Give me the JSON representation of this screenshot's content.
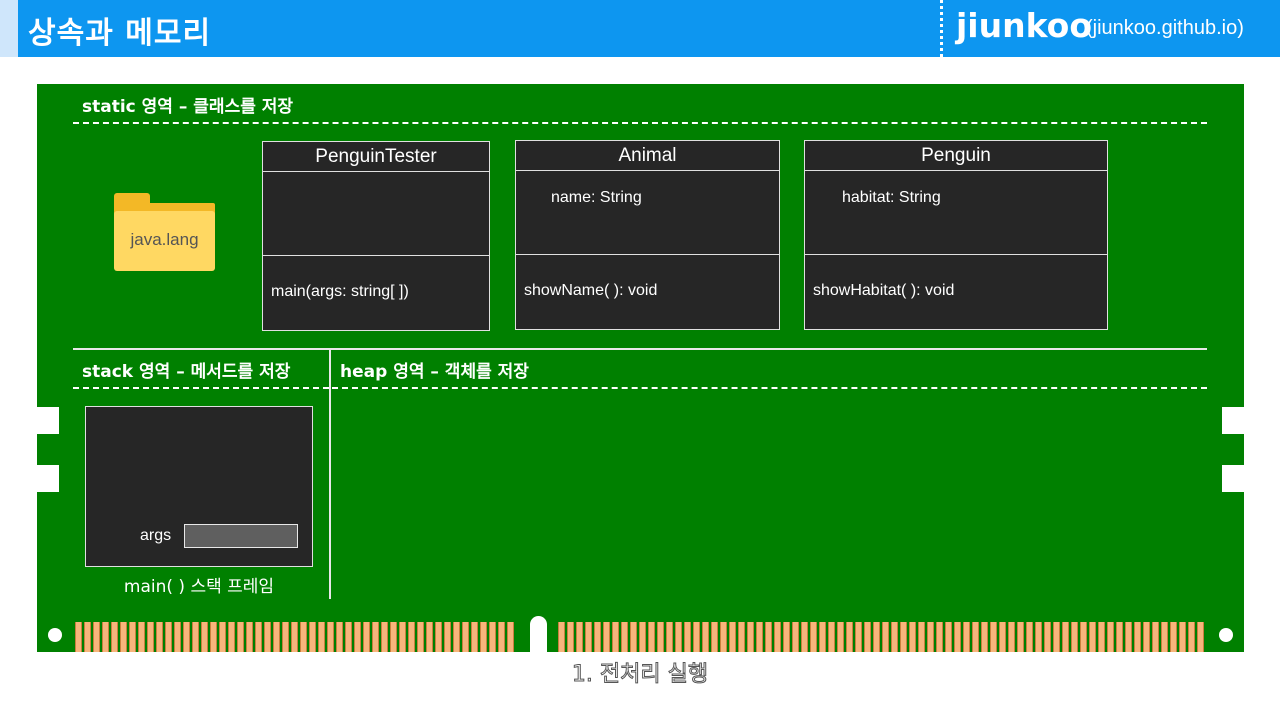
{
  "header": {
    "title": "상속과 메모리",
    "brand": "jiunkoo",
    "brand_url": "(jiunkoo.github.io)"
  },
  "colors": {
    "header_bg": "#0d96f0",
    "board": "#008000",
    "box_bg": "#262626",
    "folder": "#ffd862",
    "contact": "#f7b57c"
  },
  "static_area": {
    "label": "static 영역 – 클래스를 저장",
    "folder_label": "java.lang",
    "classes": [
      {
        "name": "PenguinTester",
        "fields": [],
        "methods": [
          "main(args: string[ ])"
        ]
      },
      {
        "name": "Animal",
        "fields": [
          "name: String"
        ],
        "methods": [
          "showName( ): void"
        ]
      },
      {
        "name": "Penguin",
        "fields": [
          "habitat: String"
        ],
        "methods": [
          "showHabitat( ): void"
        ]
      }
    ]
  },
  "stack_area": {
    "label": "stack 영역 – 메서드를 저장",
    "frame_caption": "main( ) 스택 프레임",
    "args_label": "args"
  },
  "heap_area": {
    "label": "heap 영역 – 객체를 저장"
  },
  "footer": {
    "caption": "1. 전처리 실행"
  }
}
